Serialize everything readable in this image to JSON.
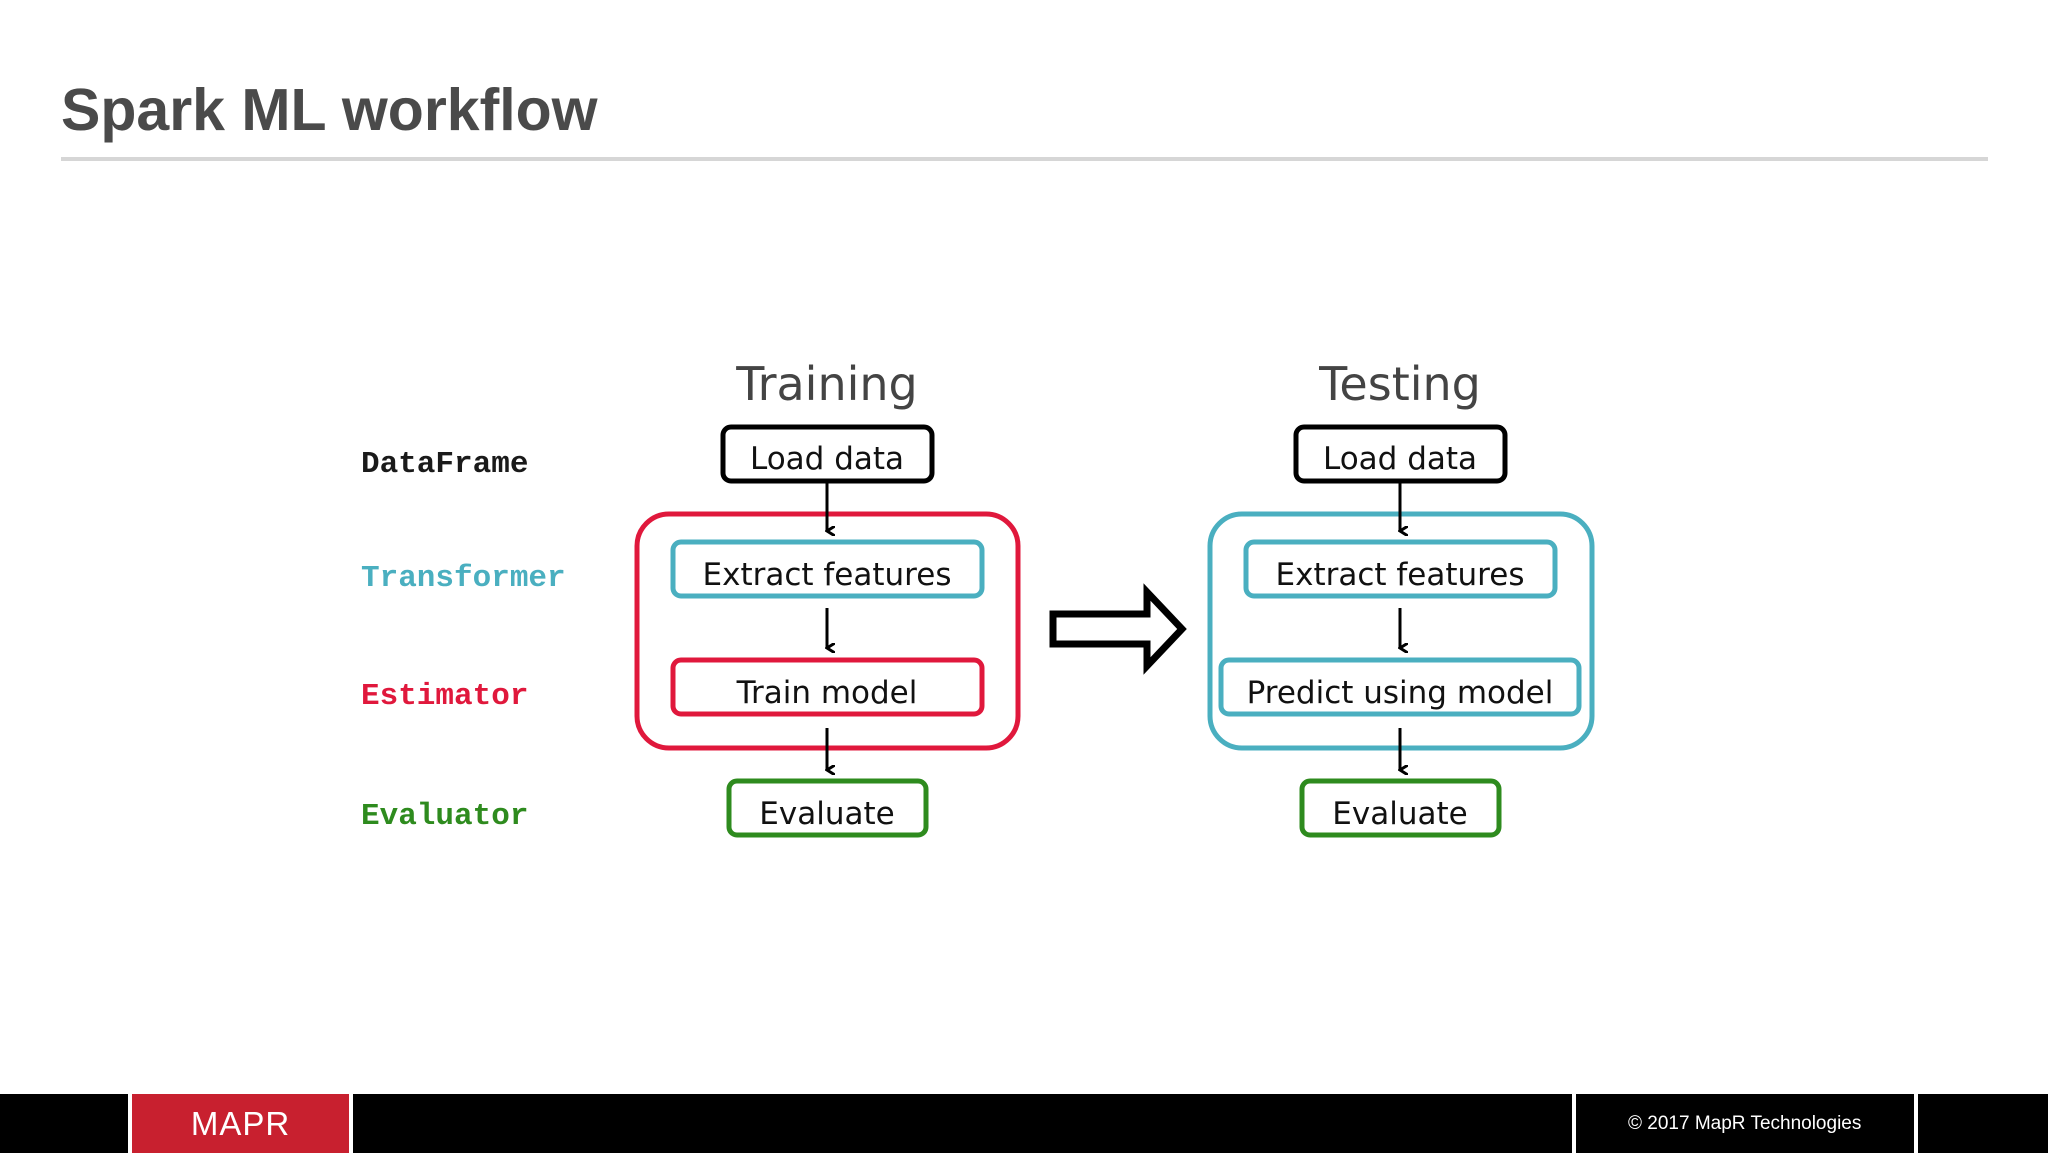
{
  "slide": {
    "title": "Spark ML workflow"
  },
  "diagram": {
    "legend": [
      {
        "label": "DataFrame",
        "color": "#1a1a1a"
      },
      {
        "label": "Transformer",
        "color": "#4aafc0"
      },
      {
        "label": "Estimator",
        "color": "#e0183c"
      },
      {
        "label": "Evaluator",
        "color": "#2e8b1e"
      }
    ],
    "training": {
      "heading": "Training",
      "load": "Load data",
      "extract": "Extract features",
      "train": "Train model",
      "evaluate": "Evaluate"
    },
    "testing": {
      "heading": "Testing",
      "load": "Load data",
      "extract": "Extract features",
      "predict": "Predict using model",
      "evaluate": "Evaluate"
    },
    "colors": {
      "dataframe": "#1a1a1a",
      "transformer": "#4aafc0",
      "estimator": "#e0183c",
      "evaluator": "#2e8b1e"
    }
  },
  "footer": {
    "logo": "MAPR",
    "copyright": "© 2017 MapR Technologies"
  }
}
